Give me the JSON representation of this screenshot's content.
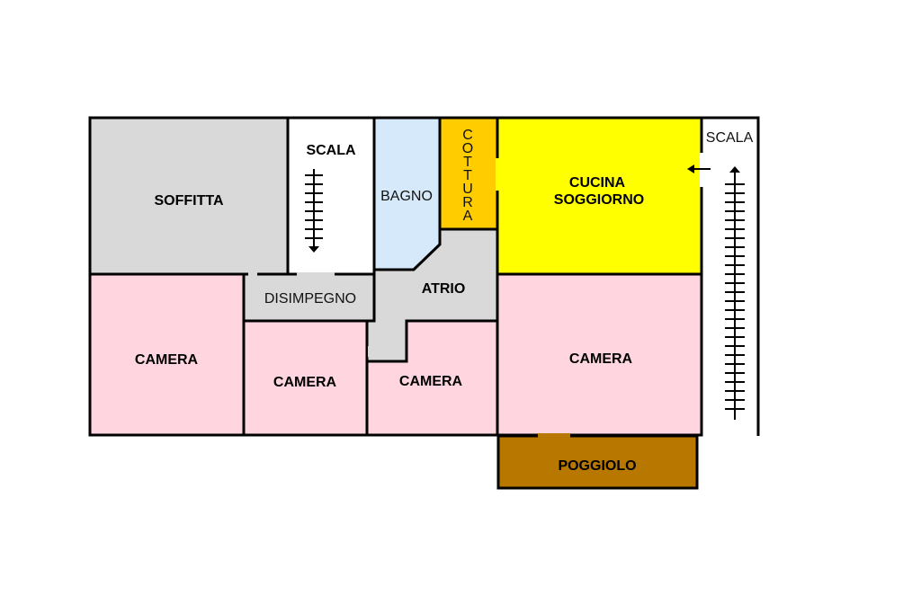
{
  "title": "Floor plan",
  "colors": {
    "gray": "#d9d9d9",
    "white": "#ffffff",
    "bath": "#d6e9fb",
    "cooking": "#ffcc00",
    "kitchen": "#ffff00",
    "bedroom": "#ffd6df",
    "balcony": "#b87800",
    "wall": "#000000"
  },
  "rooms": {
    "soffitta": "SOFFITTA",
    "scala_left": "SCALA",
    "bagno": "BAGNO",
    "cottura": [
      "C",
      "O",
      "T",
      "T",
      "U",
      "R",
      "A"
    ],
    "cucina_line1": "CUCINA",
    "cucina_line2": "SOGGIORNO",
    "scala_right": "SCALA",
    "disimpegno": "DISIMPEGNO",
    "atrio": "ATRIO",
    "camera_1": "CAMERA",
    "camera_2": "CAMERA",
    "camera_3": "CAMERA",
    "camera_4": "CAMERA",
    "poggiolo": "POGGIOLO"
  }
}
